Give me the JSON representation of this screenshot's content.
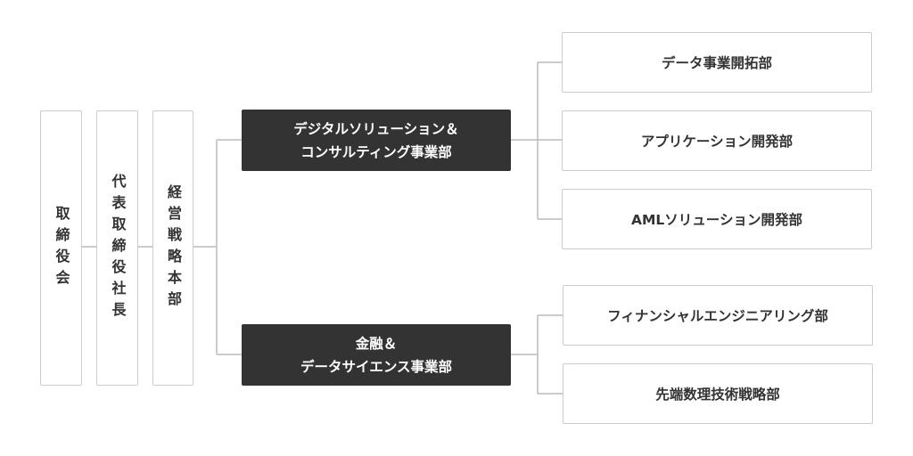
{
  "org_chart": {
    "board": "取締役会",
    "president": "代表取締役社長",
    "strategy_hq": "経営戦略本部",
    "divisions": [
      {
        "name_lines": [
          "デジタルソリューション＆",
          "コンサルティング事業部"
        ],
        "departments": [
          "データ事業開拓部",
          "アプリケーション開発部",
          "AMLソリューション開発部"
        ]
      },
      {
        "name_lines": [
          "金融＆",
          "データサイエンス事業部"
        ],
        "departments": [
          "フィナンシャルエンジニアリング部",
          "先端数理技術戦略部"
        ]
      }
    ]
  },
  "colors": {
    "box_border": "#cccccc",
    "connector": "#bbbbbb",
    "division_fill": "#333333",
    "division_text": "#ffffff",
    "text": "#333333"
  }
}
